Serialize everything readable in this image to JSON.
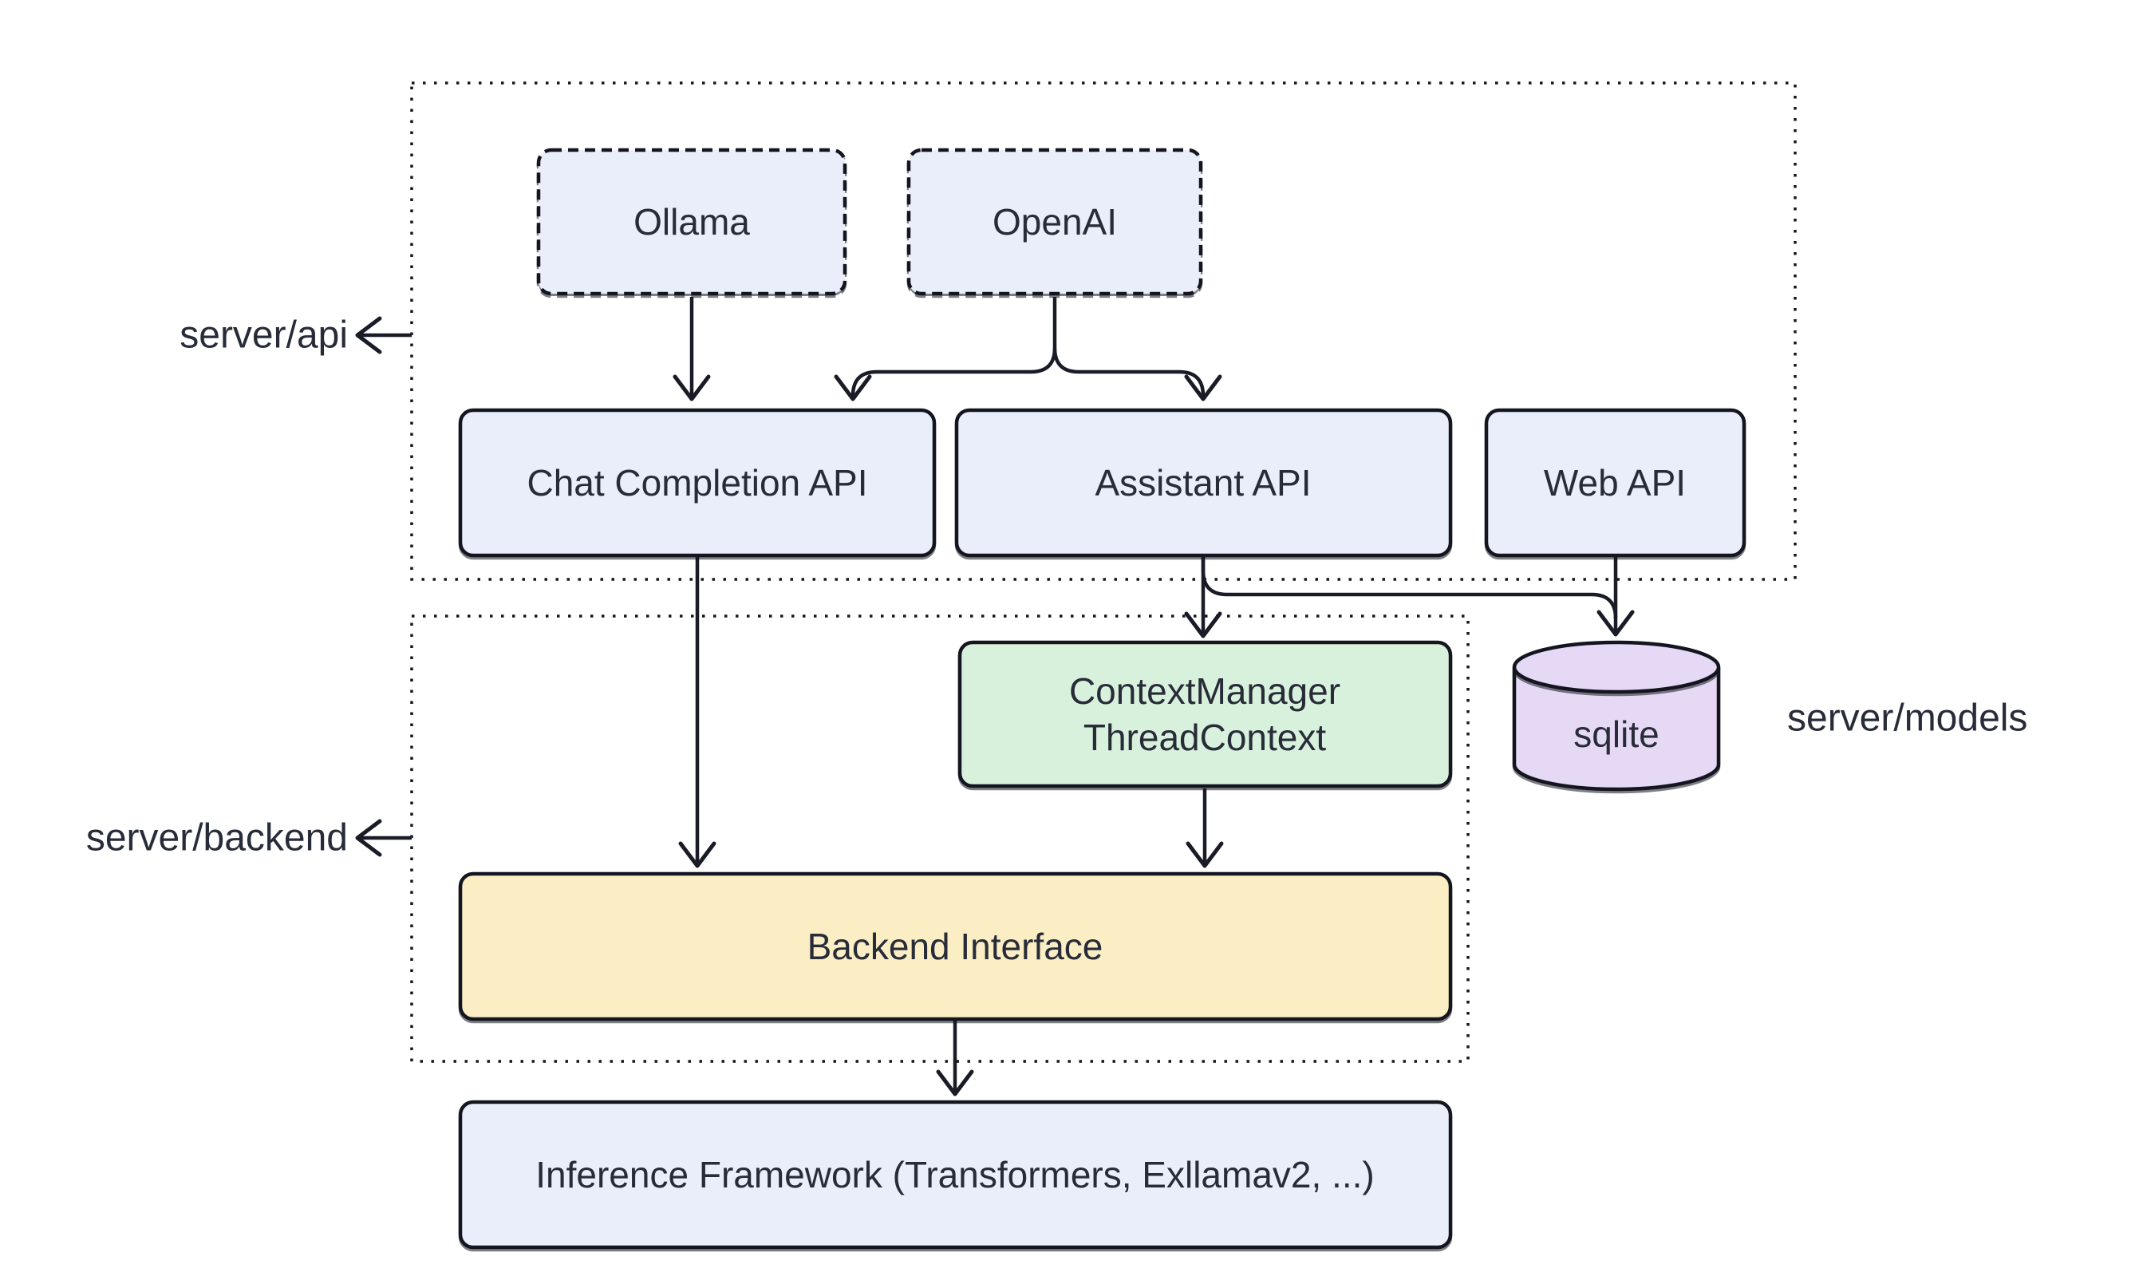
{
  "diagram": {
    "colors": {
      "background": "#ffffff",
      "node_blue": "#e9eefa",
      "node_green": "#d8f1dc",
      "node_yellow": "#fbeec5",
      "node_purple": "#e6d9f6",
      "stroke": "#14161f",
      "text": "#272c38"
    },
    "containers": {
      "api": {
        "label": "server/api"
      },
      "backend": {
        "label": "server/backend"
      },
      "models": {
        "label": "server/models"
      }
    },
    "nodes": {
      "ollama": {
        "label": "Ollama"
      },
      "openai": {
        "label": "OpenAI"
      },
      "chat_completion_api": {
        "label": "Chat Completion API"
      },
      "assistant_api": {
        "label": "Assistant API"
      },
      "web_api": {
        "label": "Web API"
      },
      "context_manager": {
        "line1": "ContextManager",
        "line2": "ThreadContext"
      },
      "sqlite": {
        "label": "sqlite"
      },
      "backend_interface": {
        "label": "Backend Interface"
      },
      "inference_framework": {
        "label": "Inference Framework (Transformers, Exllamav2, ...)"
      }
    },
    "edges": [
      {
        "from": "Ollama",
        "to": "Chat Completion API"
      },
      {
        "from": "OpenAI",
        "to": "Chat Completion API"
      },
      {
        "from": "OpenAI",
        "to": "Assistant API"
      },
      {
        "from": "Chat Completion API",
        "to": "Backend Interface"
      },
      {
        "from": "Assistant API",
        "to": "ContextManager / ThreadContext"
      },
      {
        "from": "Assistant API",
        "to": "sqlite"
      },
      {
        "from": "Web API",
        "to": "sqlite"
      },
      {
        "from": "ContextManager / ThreadContext",
        "to": "Backend Interface"
      },
      {
        "from": "Backend Interface",
        "to": "Inference Framework (Transformers, Exllamav2, ...)"
      }
    ]
  }
}
